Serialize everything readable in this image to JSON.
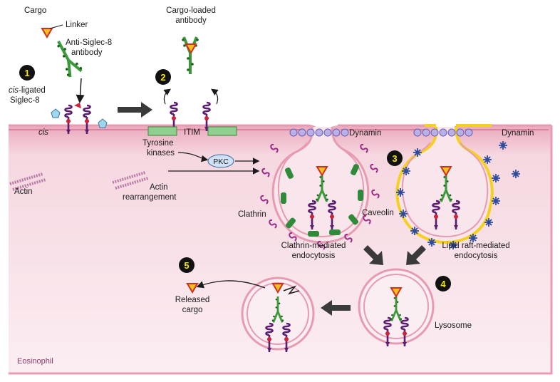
{
  "labels": {
    "cargo": "Cargo",
    "linker": "Linker",
    "antibody_line1": "Anti-Siglec-8",
    "antibody_line2": "antibody",
    "cis_ligated_prefix": "cis",
    "cis_ligated_suffix": "-ligated",
    "siglec8": "Siglec-8",
    "cis": "cis",
    "cargo_loaded_line1": "Cargo-loaded",
    "cargo_loaded_line2": "antibody",
    "itim": "ITIM",
    "tyrosine_line1": "Tyrosine",
    "tyrosine_line2": "kinases",
    "pkc": "PKC",
    "actin": "Actin",
    "actin_rearr_line1": "Actin",
    "actin_rearr_line2": "rearrangement",
    "dynamin_left": "Dynamin",
    "dynamin_right": "Dynamin",
    "clathrin": "Clathrin",
    "caveolin": "Caveolin",
    "clathrin_med_line1": "Clathrin-mediated",
    "clathrin_med_line2": "endocytosis",
    "lipid_raft_line1": "Lipid raft-mediated",
    "lipid_raft_line2": "endocytosis",
    "released_line1": "Released",
    "released_line2": "cargo",
    "lysosome": "Lysosome",
    "eosinophil": "Eosinophil"
  },
  "steps": [
    "1",
    "2",
    "3",
    "4",
    "5"
  ],
  "colors": {
    "cell_bg": "#f7dfe6",
    "membrane": "#e79bb2",
    "siglec": "#5a1d6e",
    "antibody": "#3a9a3a",
    "cargo": "#f0c020",
    "clathrin": "#9a2a8a",
    "caveolin": "#2a4aa0",
    "dynamin": "#b8b0e6",
    "itim_box": "#8fcf8f",
    "raft": "#f5d020",
    "actin": "#b67aa6"
  }
}
